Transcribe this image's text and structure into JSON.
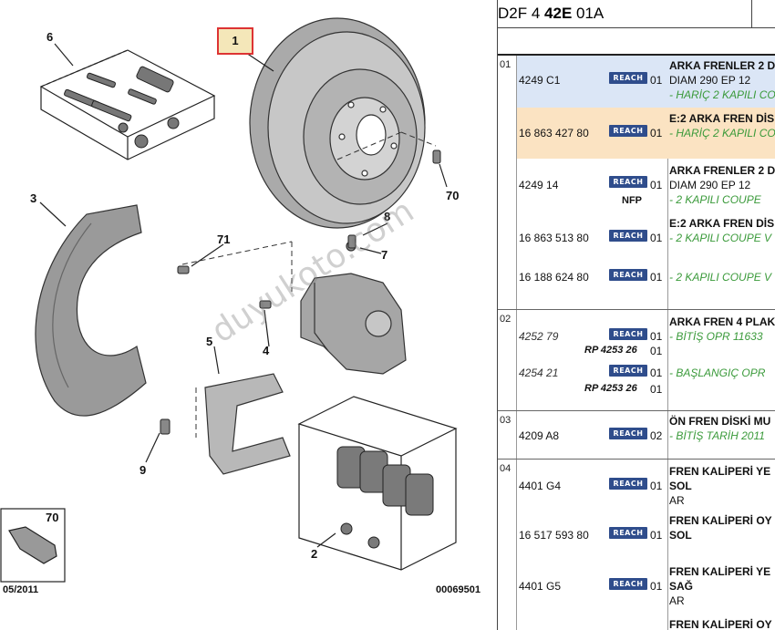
{
  "diagram": {
    "callouts": [
      "1",
      "2",
      "3",
      "4",
      "5",
      "6",
      "7",
      "8",
      "9",
      "70",
      "71"
    ],
    "inset_callout": "70",
    "date_stamp": "05/2011",
    "figure_code": "00069501",
    "watermark": "duyukoto.com"
  },
  "part_list": {
    "title_prefix": "D2F 4 ",
    "title_bold": "42E",
    "title_suffix": " 01A",
    "badge": "REACH",
    "groups": [
      {
        "num": "01",
        "rows": [
          {
            "pn": "4249 C1",
            "qty": "01",
            "d1": "ARKA FRENLER 2 D",
            "d2": "DIAM 290 EP 12",
            "dg": "- HARİÇ 2 KAPILI CO"
          },
          {
            "pn": "16 863 427 80",
            "qty": "01",
            "d1": "E:2 ARKA FREN DİS",
            "dg": "- HARİÇ 2 KAPILI CO"
          },
          {
            "pn": "4249 14",
            "qty": "01",
            "nfp": "NFP",
            "d1": "ARKA FRENLER 2 D",
            "d2": "DIAM 290 EP 12",
            "dg": "- 2 KAPILI COUPE"
          },
          {
            "pn": "16 863 513 80",
            "qty": "01",
            "d1": "E:2 ARKA FREN DİS",
            "dg": "- 2 KAPILI COUPE V"
          },
          {
            "pn": "16 188 624 80",
            "qty": "01",
            "dg": "- 2 KAPILI COUPE V"
          }
        ]
      },
      {
        "num": "02",
        "rows": [
          {
            "pn": "4252 79",
            "qty": "01",
            "rp": "RP 4253 26",
            "qty2": "01",
            "d1": "ARKA FREN 4 PLAK",
            "dg": "- BİTİŞ OPR 11633"
          },
          {
            "pn": "4254 21",
            "qty": "01",
            "rp": "RP 4253 26",
            "qty2": "01",
            "dg": "- BAŞLANGIÇ OPR"
          }
        ]
      },
      {
        "num": "03",
        "rows": [
          {
            "pn": "4209 A8",
            "qty": "02",
            "d1": "ÖN FREN DİSKİ MU",
            "dg": "- BİTİŞ TARİH 2011"
          }
        ]
      },
      {
        "num": "04",
        "rows": [
          {
            "pn": "4401 G4",
            "qty": "01",
            "d1": "FREN KALİPERİ YE",
            "d1b": "SOL",
            "d2": "AR"
          },
          {
            "pn": "16 517 593 80",
            "qty": "01",
            "d1": "FREN KALİPERİ OY",
            "d1b": "SOL"
          },
          {
            "pn": "4401 G5",
            "qty": "01",
            "d1": "FREN KALİPERİ YE",
            "d1b": "SAĞ",
            "d2": "AR"
          },
          {
            "d1": "FREN KALİPERİ OY"
          }
        ]
      }
    ]
  }
}
